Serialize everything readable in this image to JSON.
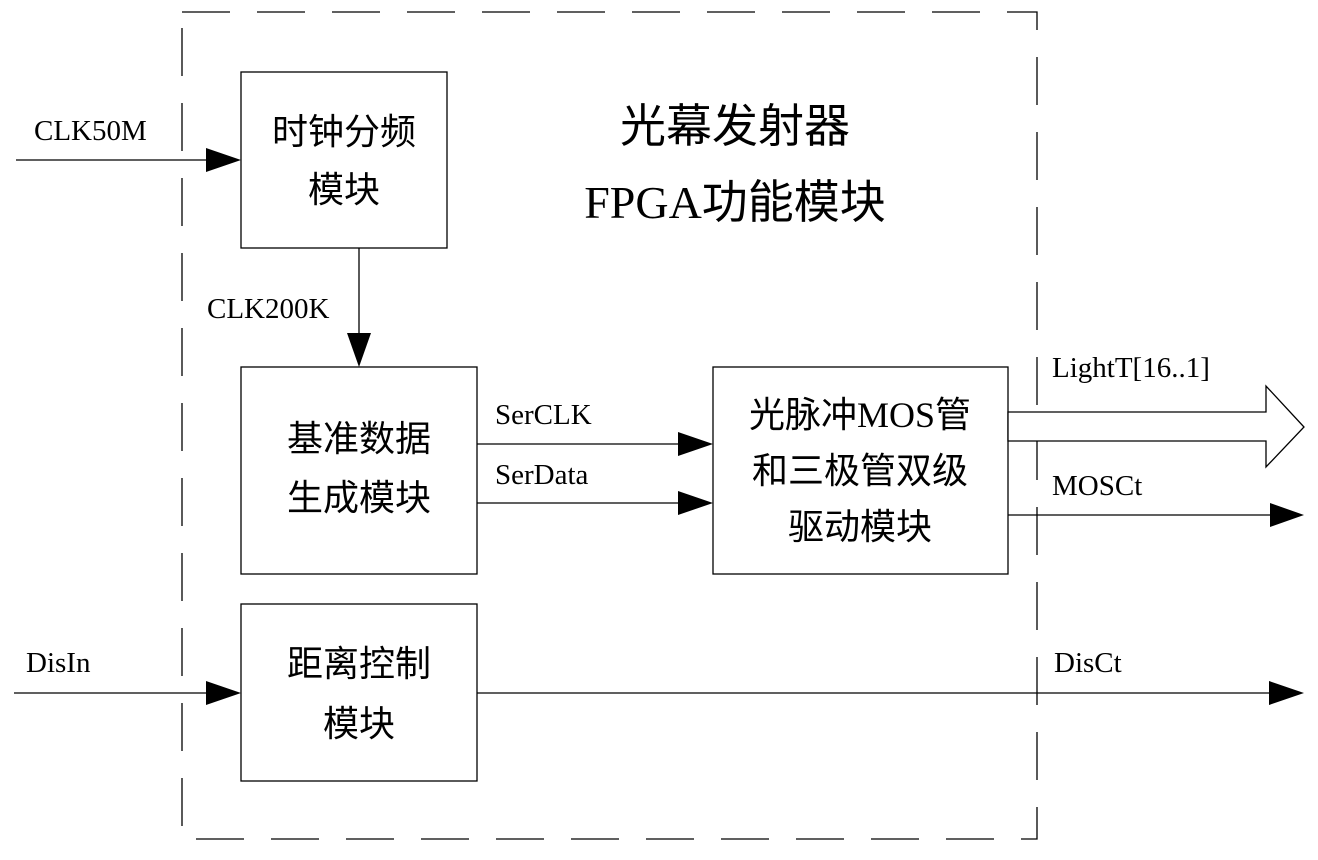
{
  "diagram": {
    "title": {
      "line1": "光幕发射器",
      "line2": "FPGA功能模块"
    },
    "blocks": {
      "clock_divider": {
        "line1": "时钟分频",
        "line2": "模块"
      },
      "baseline_data": {
        "line1": "基准数据",
        "line2": "生成模块"
      },
      "driver": {
        "line1": "光脉冲MOS管",
        "line2": "和三极管双级",
        "line3": "驱动模块"
      },
      "distance_control": {
        "line1": "距离控制",
        "line2": "模块"
      }
    },
    "signals": {
      "clk50m": "CLK50M",
      "clk200k": "CLK200K",
      "serclk": "SerCLK",
      "serdata": "SerData",
      "lightt": "LightT[16..1]",
      "mosct": "MOSCt",
      "disin": "DisIn",
      "disct": "DisCt"
    },
    "colors": {
      "stroke": "#000000",
      "background": "#ffffff"
    }
  }
}
